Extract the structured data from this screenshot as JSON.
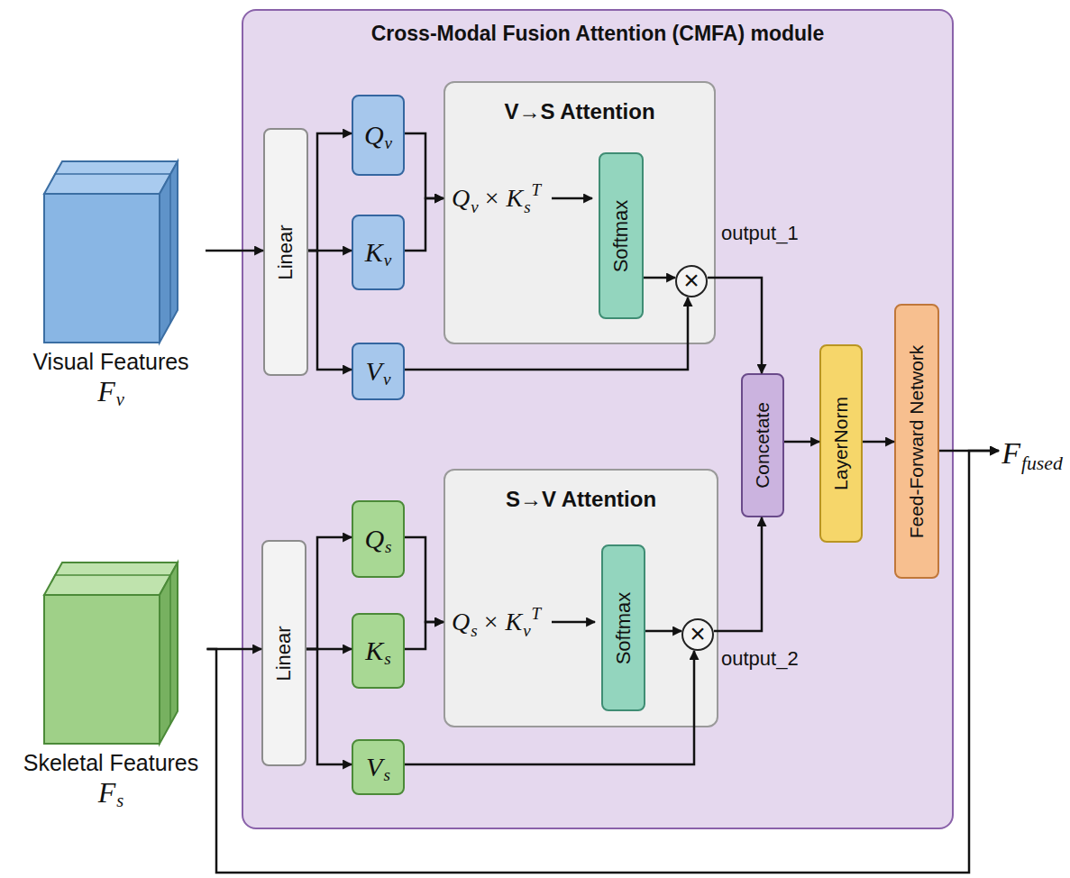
{
  "diagram": {
    "nodes": [
      {
        "text": [
          "Cross-Modal Fusion Attention (CMFA) module"
        ]
      },
      {
        "text": [
          "Visual Features",
          "F",
          "v"
        ]
      },
      {
        "text": [
          "Linear"
        ],
        "in": 0
      },
      {
        "text": [
          "Q",
          "v"
        ],
        "in": 0
      },
      {
        "text": [
          "K",
          "v"
        ],
        "in": 0
      },
      {
        "text": [
          "V",
          "v"
        ],
        "in": 0
      },
      {
        "text": [
          "V→S Attention"
        ],
        "in": 0
      },
      {
        "text": [
          "Softmax"
        ],
        "in": 6
      },
      {
        "text": [
          "×"
        ],
        "in": 6
      },
      {
        "text": [
          "Skeletal Features",
          "F",
          "s"
        ]
      },
      {
        "text": [
          "Linear"
        ],
        "in": 0
      },
      {
        "text": [
          "Q",
          "s"
        ],
        "in": 0
      },
      {
        "text": [
          "K",
          "s"
        ],
        "in": 0
      },
      {
        "text": [
          "V",
          "s"
        ],
        "in": 0
      },
      {
        "text": [
          "S→V Attention"
        ],
        "in": 0
      },
      {
        "text": [
          "Softmax"
        ],
        "in": 14
      },
      {
        "text": [
          "×"
        ],
        "in": 14
      },
      {
        "text": [
          "Concetate"
        ],
        "in": 0
      },
      {
        "text": [
          "LayerNorm"
        ],
        "in": 0
      },
      {
        "text": [
          "Feed-Forward Network"
        ],
        "in": 0
      },
      {
        "text": [
          "F",
          "fused"
        ]
      }
    ],
    "edges": [
      {
        "from": 1,
        "to": 2,
        "arrow": "to"
      },
      {
        "from": 2,
        "to": 3,
        "arrow": "to"
      },
      {
        "from": 2,
        "to": 4,
        "arrow": "to"
      },
      {
        "from": 2,
        "to": 5,
        "arrow": "to"
      },
      {
        "from": 3,
        "to": 6,
        "arrow": "to"
      },
      {
        "from": 4,
        "to": 6,
        "arrow": "to"
      },
      {
        "from": 7,
        "to": 8,
        "arrow": "to"
      },
      {
        "from": 5,
        "to": 8,
        "arrow": "to"
      },
      {
        "from": 8,
        "to": 17,
        "label": "output_1",
        "arrow": "to"
      },
      {
        "from": 9,
        "to": 10,
        "arrow": "to"
      },
      {
        "from": 10,
        "to": 11,
        "arrow": "to"
      },
      {
        "from": 10,
        "to": 12,
        "arrow": "to"
      },
      {
        "from": 10,
        "to": 13,
        "arrow": "to"
      },
      {
        "from": 11,
        "to": 14,
        "arrow": "to"
      },
      {
        "from": 12,
        "to": 14,
        "arrow": "to"
      },
      {
        "from": 15,
        "to": 16,
        "arrow": "to"
      },
      {
        "from": 13,
        "to": 16,
        "arrow": "to"
      },
      {
        "from": 16,
        "to": 17,
        "label": "output_2",
        "arrow": "to"
      },
      {
        "from": 17,
        "to": 18,
        "arrow": "to"
      },
      {
        "from": 18,
        "to": 19,
        "arrow": "to"
      },
      {
        "from": 19,
        "to": 20,
        "arrow": "to"
      },
      {
        "from": 9,
        "to": 20,
        "arrow": "to"
      }
    ],
    "labels": [
      "Q",
      "v",
      "×",
      "K",
      "s",
      "T",
      "Q",
      "s",
      "×",
      "K",
      "v",
      "T"
    ]
  }
}
